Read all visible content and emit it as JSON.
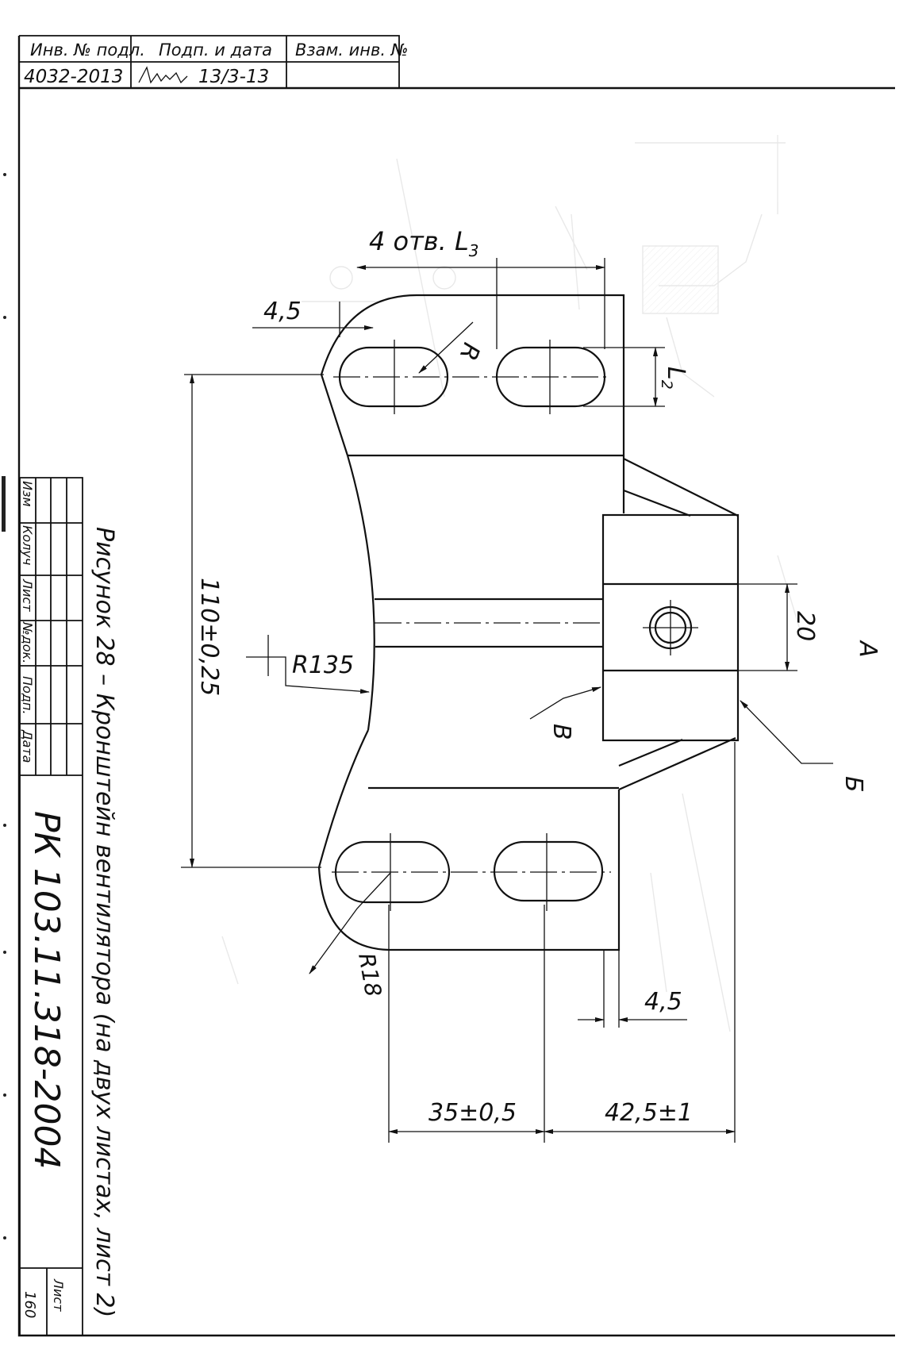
{
  "stamp": {
    "col_inv_podl": "Инв. № подл.",
    "col_podp_data": "Подп. и дата",
    "col_vzam_inv": "Взам. инв. №",
    "inv_number": "4032-2013",
    "signature_date": "13/3-13"
  },
  "title_block": {
    "col_izm": "Изм",
    "col_koluch": "Колуч",
    "col_list": "Лист",
    "col_ndok": "№док.",
    "col_podp": "Подп.",
    "col_data": "Дата",
    "doc_code": "РК 103.11.318-2004",
    "sheet_label": "Лист",
    "sheet_number": "160"
  },
  "caption": "Рисунок 28 – Кронштейн вентилятора (на двух листах, лист 2)",
  "dimensions": {
    "holes_l3": "4 отв. L",
    "holes_l3_sub": "3",
    "l2": "L",
    "l2_sub": "2",
    "r": "R",
    "thick_top": "4,5",
    "thick_bottom": "4,5",
    "span": "110±0,25",
    "arc_radius": "R135",
    "corner_radius": "R18",
    "boss_width": "20",
    "hole_pitch": "35±0,5",
    "offset": "42,5±1"
  },
  "views": {
    "a": "А",
    "b": "Б",
    "v": "В"
  }
}
